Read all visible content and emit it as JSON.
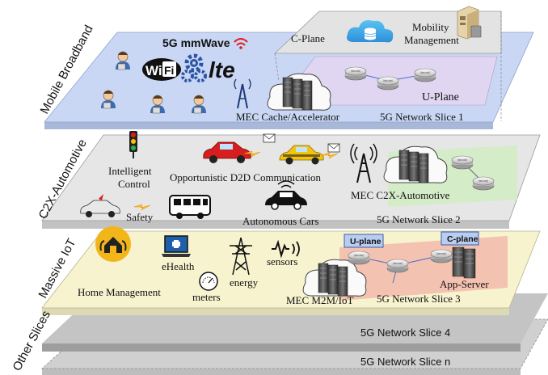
{
  "side_labels": {
    "mobile_broadband": "Mobile Broadband",
    "c2x": "C2X-Automotive",
    "massive_iot": "Massive IoT",
    "other": "Other Slices"
  },
  "slice1": {
    "c_plane": "C-Plane",
    "mobility_management": [
      "Mobility",
      "Management"
    ],
    "u_plane": "U-Plane",
    "mmwave": "5G mmWave",
    "wifi": "Wi",
    "wifi_fi": "Fi",
    "lte": "lte",
    "mec": "MEC Cache/Accelerator",
    "slice_label": "5G Network Slice 1"
  },
  "slice2": {
    "intelligent_control": [
      "Intelligent",
      "Control"
    ],
    "opportunistic": "Opportunistic D2D Communication",
    "mec": "MEC C2X-Automotive",
    "safety": "Safety",
    "autonomous": "Autonomous Cars",
    "slice_label": "5G Network Slice 2"
  },
  "slice3": {
    "home": "Home Management",
    "ehealth": "eHealth",
    "energy": "energy",
    "sensors": "sensors",
    "meters": "meters",
    "u_plane": "U-plane",
    "c_plane": "C-plane",
    "app_server": "App-Server",
    "mec": "MEC M2M/IoT",
    "slice_label": "5G Network Slice 3"
  },
  "slice4": {
    "slice_label": "5G Network Slice 4"
  },
  "slice_n": {
    "slice_label": "5G Network Slice n"
  },
  "colors": {
    "broadband_layer": "#c9d7f4",
    "automotive_layer": "#e6e6e6",
    "iot_layer": "#f7f3cf",
    "other_layer": "#c4c4c4",
    "green_region": "#d4ecc6",
    "pink_region": "#f3b9aa",
    "plane_box": "#b9cdf0"
  }
}
